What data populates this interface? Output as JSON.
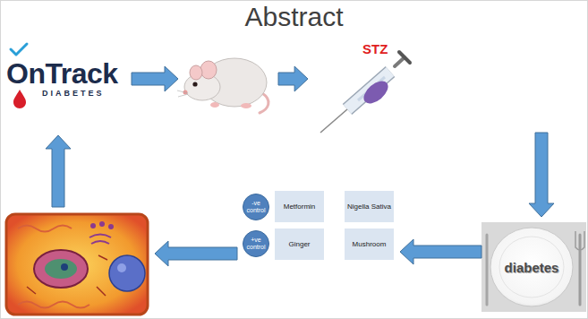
{
  "diagram": {
    "title": "Abstract",
    "nodes": [
      {
        "text": [
          "OnTrack",
          "DIABETES"
        ]
      },
      {
        "text": []
      },
      {
        "text": [
          "STZ"
        ]
      },
      {
        "text": [
          "-ve control"
        ]
      },
      {
        "text": [
          "Metformin"
        ]
      },
      {
        "text": [
          "Nigella Sativa"
        ]
      },
      {
        "text": [
          "+ve control"
        ]
      },
      {
        "text": [
          "Ginger"
        ]
      },
      {
        "text": [
          "Mushroom"
        ]
      },
      {
        "text": []
      },
      {
        "text": [
          "diabetes"
        ]
      }
    ],
    "edges": [
      {
        "from": 0,
        "to": 1,
        "arrow": "to"
      },
      {
        "from": 1,
        "to": 2,
        "arrow": "to"
      },
      {
        "from": 2,
        "to": 10,
        "arrow": "to"
      },
      {
        "from": 10,
        "to": 8,
        "arrow": "to"
      },
      {
        "from": 6,
        "to": 9,
        "arrow": "to"
      },
      {
        "from": 9,
        "to": 0,
        "arrow": "to"
      }
    ]
  }
}
